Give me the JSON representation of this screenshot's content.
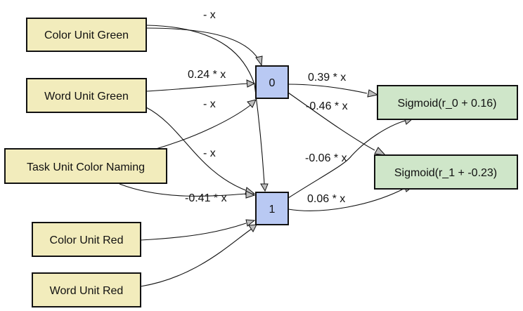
{
  "colors": {
    "input_fill": "#f2ecbc",
    "hidden_fill": "#b9c9f3",
    "output_fill": "#cfe6c9",
    "edge_stroke": "#111111",
    "arrow_fill": "#bdbdbd"
  },
  "nodes": {
    "color_green": "Color Unit Green",
    "word_green": "Word Unit Green",
    "task_color": "Task Unit Color Naming",
    "color_red": "Color Unit Red",
    "word_red": "Word Unit Red",
    "hidden0": "0",
    "hidden1": "1",
    "out0": "Sigmoid(r_0 + 0.16)",
    "out1": "Sigmoid(r_1 + -0.23)"
  },
  "edge_labels": {
    "color_green_to_0": "- x",
    "word_green_to_0": "0.24 * x",
    "task_to_0": "- x",
    "word_green_to_1": "- x",
    "task_to_1": "-0.41 * x",
    "h0_to_out0": "0.39 * x",
    "h0_to_out1": "-0.46 * x",
    "h1_to_out0": "-0.06 * x",
    "h1_to_out1": "0.06 * x"
  }
}
